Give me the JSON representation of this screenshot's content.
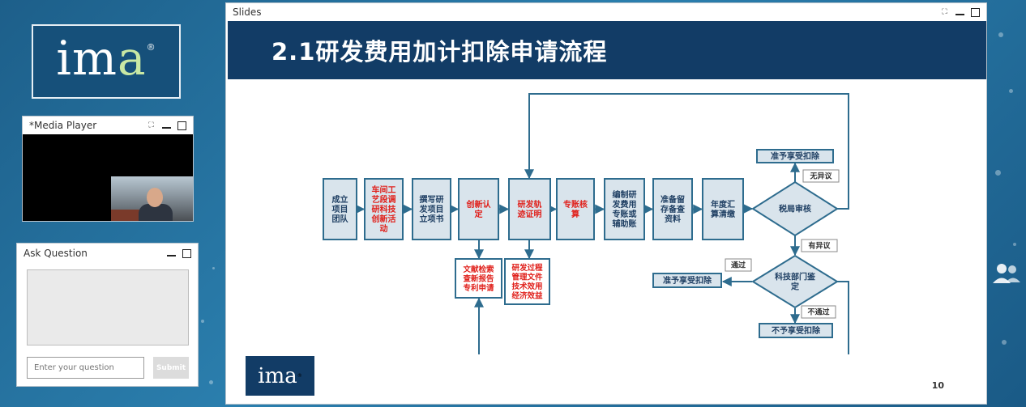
{
  "brand": {
    "logo_main": "im",
    "logo_accent": "a",
    "logo_mark": "®"
  },
  "media_player": {
    "title": "*Media Player"
  },
  "ask_question": {
    "title": "Ask Question",
    "input_placeholder": "Enter your question",
    "submit_label": "Submit"
  },
  "slides": {
    "window_title": "Slides",
    "slide_title": "2.1研发费用加计扣除申请流程",
    "footer_logo": "ima",
    "page_number": "10",
    "flow": {
      "steps": [
        {
          "lines": [
            "成立",
            "项目",
            "团队"
          ],
          "color": "#1f3f63"
        },
        {
          "lines": [
            "车间工",
            "艺段调",
            "研科技",
            "创新活",
            "动"
          ],
          "color": "#e0201b"
        },
        {
          "lines": [
            "撰写研",
            "发项目",
            "立项书"
          ],
          "color": "#1f3f63"
        },
        {
          "lines": [
            "创新认",
            "定"
          ],
          "color": "#e0201b"
        },
        {
          "lines": [
            "研发轨",
            "迹证明"
          ],
          "color": "#e0201b"
        },
        {
          "lines": [
            "专账核",
            "算"
          ],
          "color": "#e0201b"
        },
        {
          "lines": [
            "编制研",
            "发费用",
            "专账或",
            "辅助账"
          ],
          "color": "#1f3f63"
        },
        {
          "lines": [
            "准备留",
            "存备查",
            "资料"
          ],
          "color": "#1f3f63"
        },
        {
          "lines": [
            "年度汇",
            "算清缴"
          ],
          "color": "#1f3f63"
        }
      ],
      "doc_boxes": [
        {
          "lines": [
            "文献检索",
            "查新报告",
            "专利申请"
          ]
        },
        {
          "lines": [
            "研发过程",
            "管理文件",
            "技术效用",
            "经济效益"
          ]
        }
      ],
      "tax_review": "税局审核",
      "tech_review": [
        "科技部门鉴",
        "定"
      ],
      "approve_top": "准予享受扣除",
      "approve_left": "准予享受扣除",
      "reject": "不予享受扣除",
      "label_no_objection": "无异议",
      "label_objection": "有异议",
      "label_pass": "通过",
      "label_fail": "不通过"
    }
  },
  "colors": {
    "slide_header": "#123c66",
    "accent_red": "#e0201b",
    "box_border": "#2e6c8e",
    "box_fill": "#d9e4ec"
  }
}
